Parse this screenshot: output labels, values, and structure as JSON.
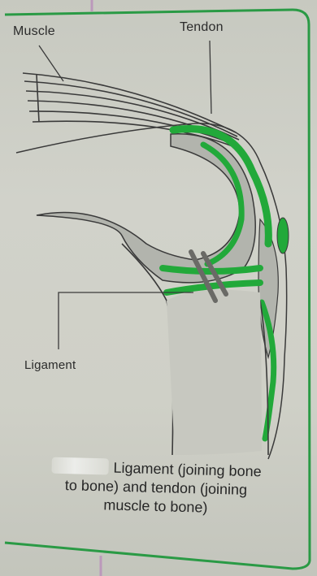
{
  "diagram": {
    "labels": {
      "muscle": "Muscle",
      "tendon": "Tendon",
      "ligament": "Ligament"
    },
    "caption": {
      "line1": "Ligament (joining bone",
      "line2": "to bone) and tendon (joining",
      "line3": "muscle to bone)"
    },
    "colors": {
      "tendon_green": "#22a93a",
      "frame_green": "#2a9a45",
      "ink": "#3a3a3a",
      "bone_fill": "#b2b4ad"
    }
  }
}
